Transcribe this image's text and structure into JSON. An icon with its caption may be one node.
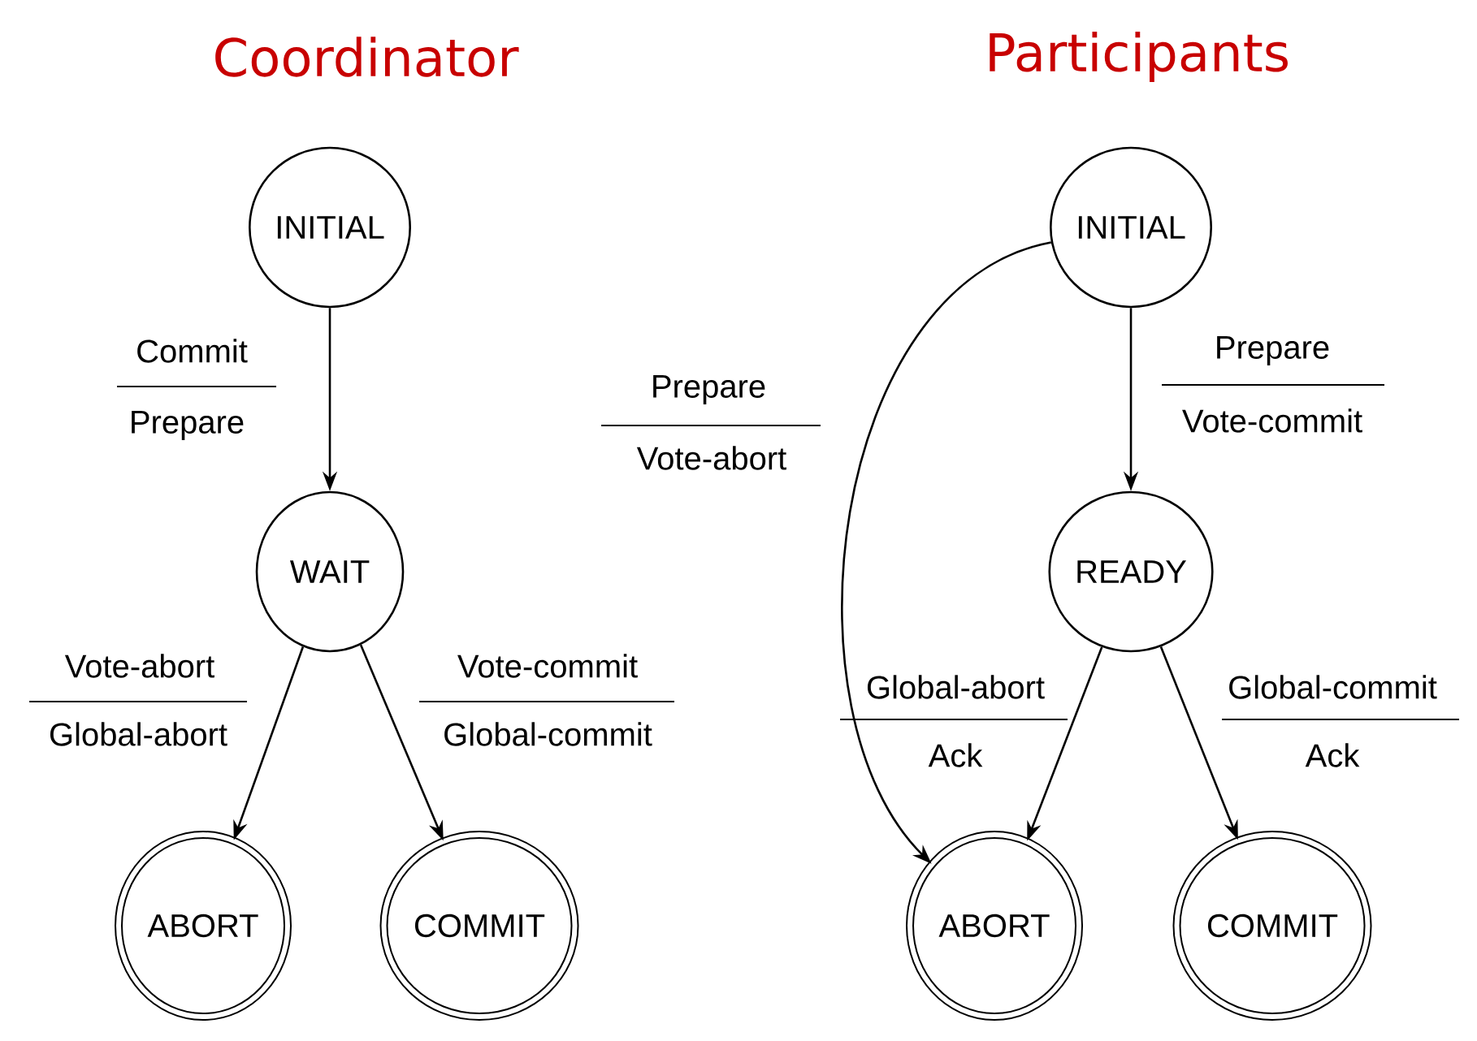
{
  "diagram": {
    "nodes": [
      {
        "text": [
          "INITIAL"
        ]
      },
      {
        "text": [
          "WAIT"
        ]
      },
      {
        "text": [
          "ABORT"
        ]
      },
      {
        "text": [
          "COMMIT"
        ]
      },
      {
        "text": [
          "INITIAL"
        ]
      },
      {
        "text": [
          "READY"
        ]
      },
      {
        "text": [
          "ABORT"
        ]
      },
      {
        "text": [
          "COMMIT"
        ]
      }
    ],
    "edges": [
      {
        "from": 0,
        "to": 1,
        "arrow": "to",
        "label": "Commit"
      },
      {
        "from": 1,
        "to": 2,
        "arrow": "to",
        "label": "Vote-abort"
      },
      {
        "from": 1,
        "to": 3,
        "arrow": "to",
        "label": "Vote-commit"
      },
      {
        "from": 4,
        "to": 5,
        "arrow": "to",
        "label": "Prepare"
      },
      {
        "from": 4,
        "to": 6,
        "arrow": "to",
        "label": "Prepare"
      },
      {
        "from": 5,
        "to": 6,
        "arrow": "to",
        "label": "Global-abort"
      },
      {
        "from": 5,
        "to": 7,
        "arrow": "to",
        "label": "Global-commit"
      }
    ],
    "labels": [
      "Coordinator",
      "Participants",
      "Prepare",
      "Global-abort",
      "Global-commit",
      "Vote-commit",
      "Vote-abort",
      "Ack",
      "Ack"
    ]
  }
}
